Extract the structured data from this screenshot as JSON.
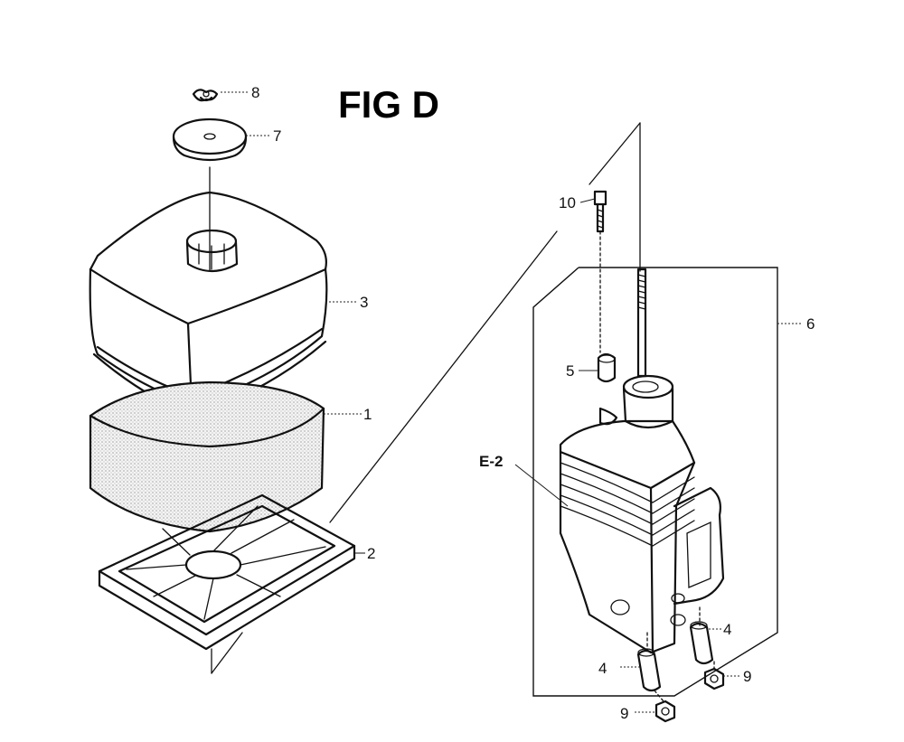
{
  "figure": {
    "title": "FIG D"
  },
  "callouts": [
    {
      "id": "c8",
      "label": "8"
    },
    {
      "id": "c7",
      "label": "7"
    },
    {
      "id": "c3",
      "label": "3"
    },
    {
      "id": "c1",
      "label": "1"
    },
    {
      "id": "c2",
      "label": "2"
    },
    {
      "id": "c10",
      "label": "10"
    },
    {
      "id": "c5",
      "label": "5"
    },
    {
      "id": "c6",
      "label": "6"
    },
    {
      "id": "ce2",
      "label": "E-2"
    },
    {
      "id": "c4a",
      "label": "4"
    },
    {
      "id": "c4b",
      "label": "4"
    },
    {
      "id": "c9a",
      "label": "9"
    },
    {
      "id": "c9b",
      "label": "9"
    }
  ]
}
